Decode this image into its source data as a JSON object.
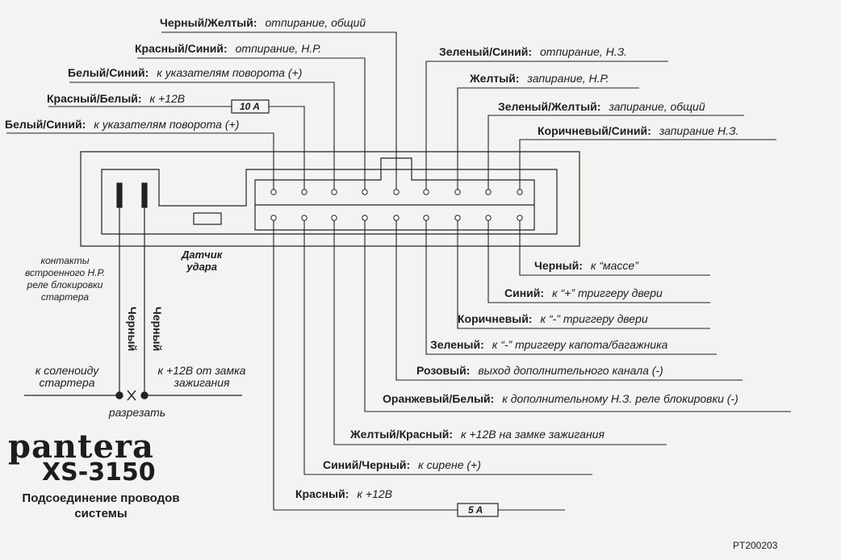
{
  "brand": {
    "name": "pantera",
    "model": "XS-3150"
  },
  "caption": {
    "line1": "Подсоединение проводов",
    "line2": "системы"
  },
  "code": "PT200203",
  "fuses": {
    "top": "10 A",
    "bottom": "5 A"
  },
  "sensor_label": {
    "line1": "Датчик",
    "line2": "удара"
  },
  "relay_note": {
    "line1": "контакты",
    "line2": "встроенного Н.Р.",
    "line3": "реле блокировки",
    "line4": "стартера"
  },
  "black_wire": "Черный",
  "solenoid_label": {
    "line1": "к соленоиду",
    "line2": "стартера"
  },
  "ignition_label": {
    "line1": "к +12В от замка",
    "line2": "зажигания"
  },
  "cut_label": "разрезать",
  "wires_top_left": [
    {
      "name": "Черный/Желтый:",
      "desc": "отпирание, общий"
    },
    {
      "name": "Красный/Синий:",
      "desc": "отпирание, Н.Р."
    },
    {
      "name": "Белый/Синий:",
      "desc": "к указателям поворота (+)"
    },
    {
      "name": "Красный/Белый:",
      "desc": "к +12В"
    },
    {
      "name": "Белый/Синий:",
      "desc": "к указателям поворота (+)"
    }
  ],
  "wires_top_right": [
    {
      "name": "Зеленый/Синий:",
      "desc": "отпирание, Н.З."
    },
    {
      "name": "Желтый:",
      "desc": "запирание, Н.Р."
    },
    {
      "name": "Зеленый/Желтый:",
      "desc": "запирание, общий"
    },
    {
      "name": "Коричневый/Синий:",
      "desc": "запирание Н.З."
    }
  ],
  "wires_bottom": [
    {
      "name": "Черный:",
      "desc": "к “массе”"
    },
    {
      "name": "Синий:",
      "desc": "к “+” триггеру двери"
    },
    {
      "name": "Коричневый:",
      "desc": "к “-” триггеру двери"
    },
    {
      "name": "Зеленый:",
      "desc": "к “-” триггеру капота/багажника"
    },
    {
      "name": "Розовый:",
      "desc": "выход дополнительного канала (-)"
    },
    {
      "name": "Оранжевый/Белый:",
      "desc": "к дополнительному Н.З. реле блокировки (-)"
    },
    {
      "name": "Желтый/Красный:",
      "desc": "к +12В на замке зажигания"
    },
    {
      "name": "Синий/Черный:",
      "desc": "к сирене (+)"
    },
    {
      "name": "Красный:",
      "desc": "к +12В"
    }
  ]
}
